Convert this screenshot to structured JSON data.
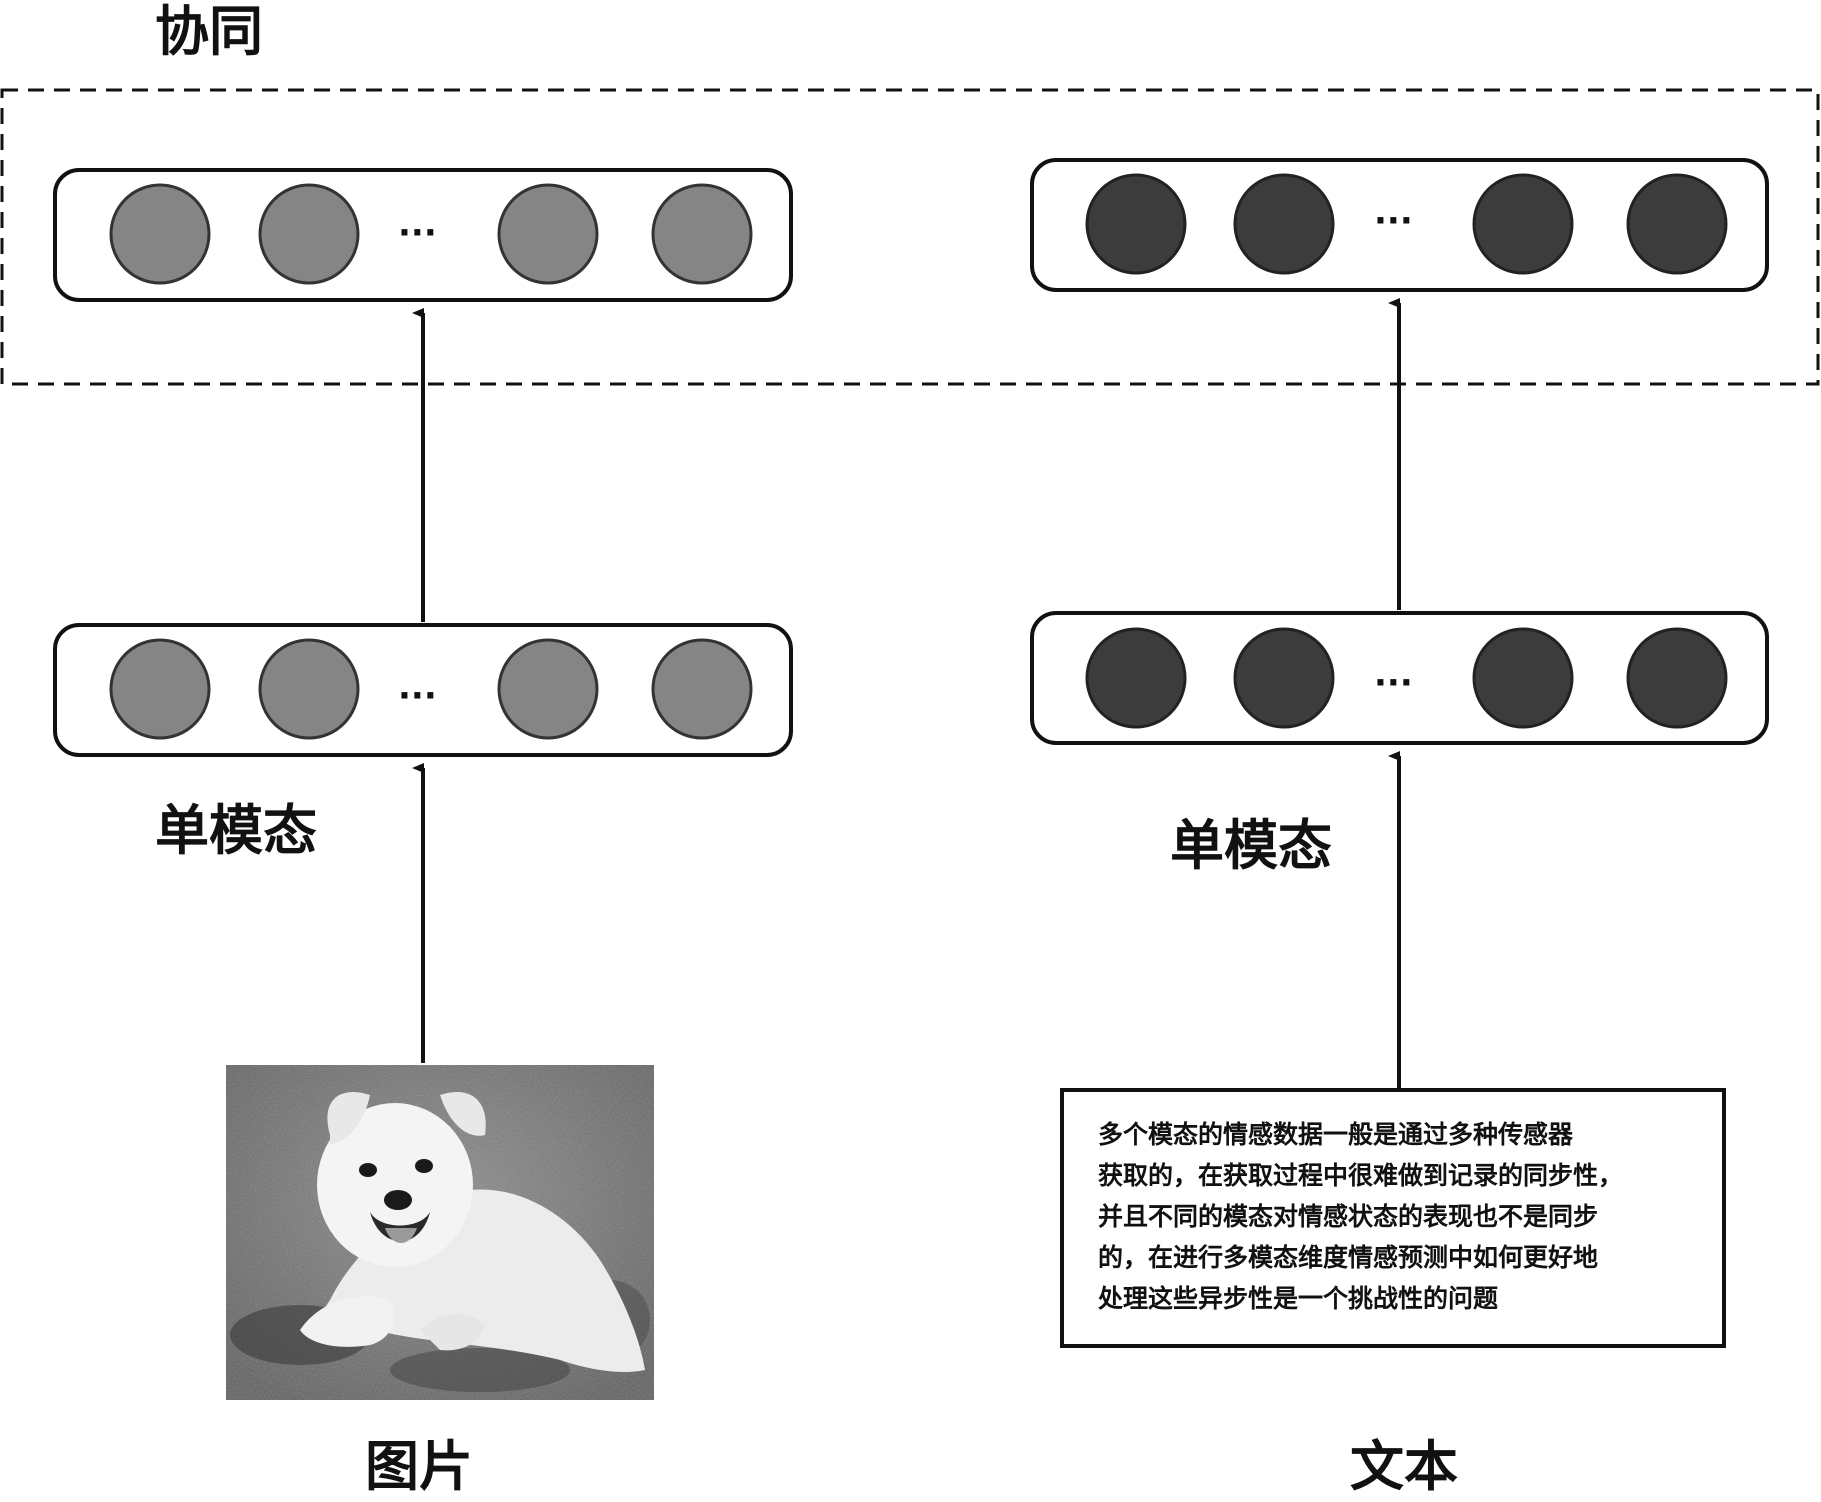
{
  "labels": {
    "collaborative": "协同",
    "unimodal_left": "单模态",
    "unimodal_right": "单模态",
    "image": "图片",
    "text": "文本"
  },
  "ellipsis": "···",
  "text_box": {
    "lines": [
      "多个模态的情感数据一般是通过多种传感器",
      "获取的，在获取过程中很难做到记录的同步性，",
      "并且不同的模态对情感状态的表现也不是同步",
      "的，在进行多模态维度情感预测中如何更好地",
      "处理这些异步性是一个挑战性的问题"
    ]
  },
  "colors": {
    "image_node": "#858585",
    "text_node": "#3c3c3c",
    "stroke": "#111111"
  }
}
